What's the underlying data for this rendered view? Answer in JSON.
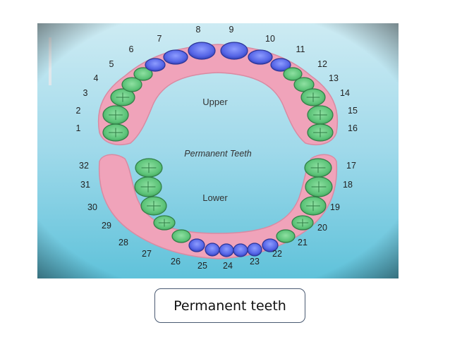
{
  "diagram": {
    "center_label": "Permanent Teeth",
    "upper_label": "Upper",
    "lower_label": "Lower",
    "upper_numbers": [
      "1",
      "2",
      "3",
      "4",
      "5",
      "6",
      "7",
      "8",
      "9",
      "10",
      "11",
      "12",
      "13",
      "14",
      "15",
      "16"
    ],
    "lower_numbers": [
      "17",
      "18",
      "19",
      "20",
      "21",
      "22",
      "23",
      "24",
      "25",
      "26",
      "27",
      "28",
      "29",
      "30",
      "31",
      "32"
    ]
  },
  "caption": "Permanent teeth",
  "colors": {
    "background_top": "#c4e8f2",
    "background_bottom": "#6cc6dc",
    "gum": "#f0a3ba",
    "molar": "#5dc47a",
    "incisor": "#5565e6"
  }
}
